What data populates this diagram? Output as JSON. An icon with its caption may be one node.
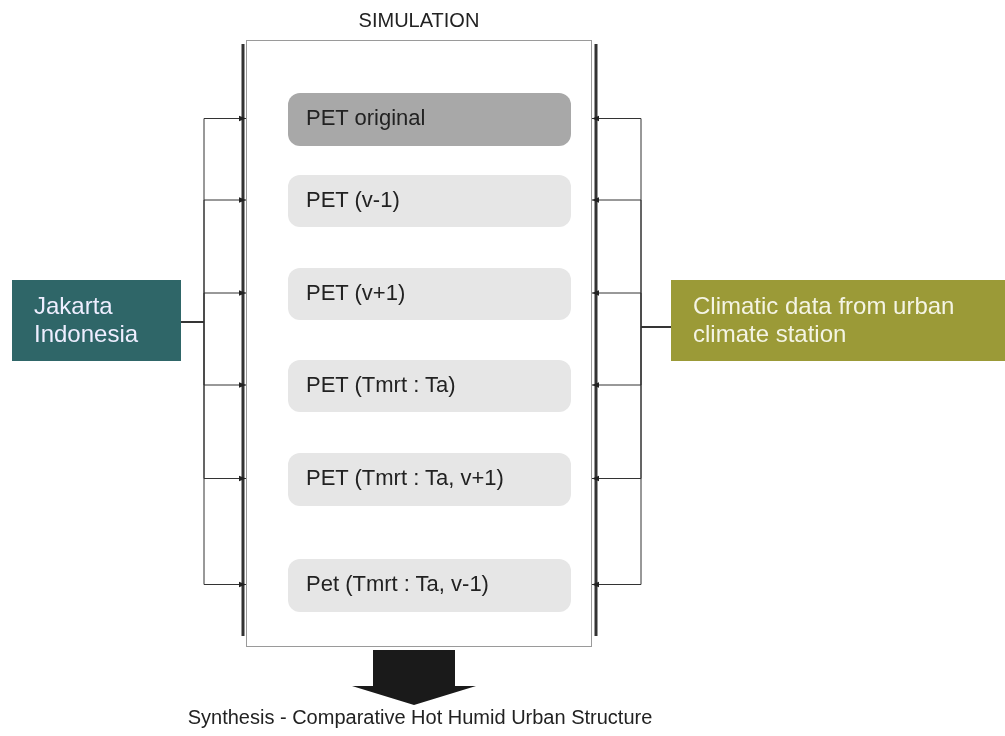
{
  "diagram": {
    "nodes": [
      {
        "text": [
          "SIMULATION"
        ]
      },
      {
        "text": [
          "PET original"
        ],
        "in": 0
      },
      {
        "text": [
          "PET (v-1)"
        ],
        "in": 0
      },
      {
        "text": [
          "PET (v+1)"
        ],
        "in": 0
      },
      {
        "text": [
          "PET (Tmrt : Ta)"
        ],
        "in": 0
      },
      {
        "text": [
          "PET (Tmrt : Ta, v+1)"
        ],
        "in": 0
      },
      {
        "text": [
          "Pet (Tmrt : Ta, v-1)"
        ],
        "in": 0
      },
      {
        "text": [
          "Jakarta Indonesia"
        ]
      },
      {
        "text": [
          "Climatic data from urban climate station"
        ]
      },
      {
        "text": [
          "Synthesis - Comparative Hot Humid Urban Structure"
        ]
      }
    ],
    "edges": [
      {
        "from": 7,
        "to": 0,
        "arrow": "to"
      },
      {
        "from": 7,
        "to": 0,
        "arrow": "to"
      },
      {
        "from": 7,
        "to": 0,
        "arrow": "to"
      },
      {
        "from": 7,
        "to": 0,
        "arrow": "to"
      },
      {
        "from": 7,
        "to": 0,
        "arrow": "to"
      },
      {
        "from": 7,
        "to": 0,
        "arrow": "to"
      },
      {
        "from": 8,
        "to": 0,
        "arrow": "to"
      },
      {
        "from": 8,
        "to": 0,
        "arrow": "to"
      },
      {
        "from": 8,
        "to": 0,
        "arrow": "to"
      },
      {
        "from": 8,
        "to": 0,
        "arrow": "to"
      },
      {
        "from": 8,
        "to": 0,
        "arrow": "to"
      },
      {
        "from": 8,
        "to": 0,
        "arrow": "to"
      },
      {
        "from": 0,
        "to": 9,
        "arrow": "to",
        "style": "thick"
      }
    ]
  }
}
